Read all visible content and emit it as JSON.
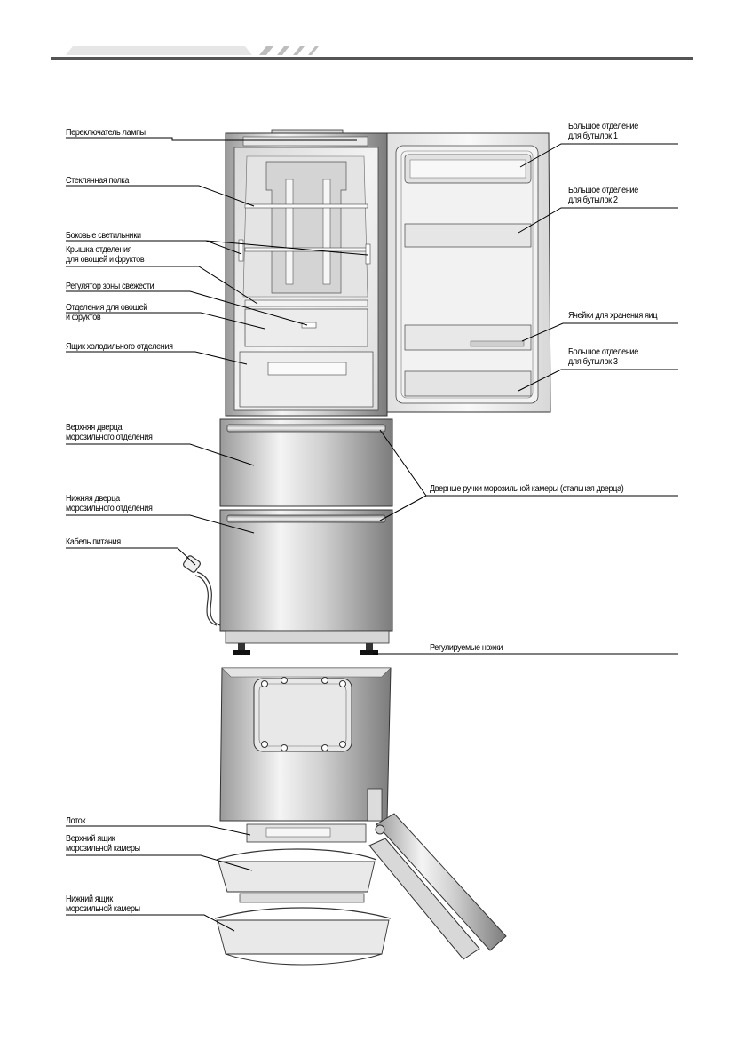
{
  "labels": {
    "lamp_switch": "Переключатель лампы",
    "glass_shelf": "Стеклянная полка",
    "side_lights": "Боковые светильники",
    "crisper_cover": "Крышка отделения\nдля овощей и фруктов",
    "freshness_regulator": "Регулятор зоны свежести",
    "crisper": "Отделения для овощей\nи фруктов",
    "chiller_drawer": "Ящик холодильного отделения",
    "upper_freezer_door": "Верхняя дверца\nморозильного отделения",
    "lower_freezer_door": "Нижняя дверца\nморозильного отделения",
    "power_cable": "Кабель питания",
    "door_bin_1": "Большое отделение\nдля бутылок 1",
    "door_bin_2": "Большое отделение\nдля бутылок 2",
    "egg_tray": "Ячейки для хранения яиц",
    "door_bin_3": "Большое отделение\nдля бутылок 3",
    "freezer_handles": "Дверные ручки морозильной камеры (стальная дверца)",
    "adjustable_feet": "Регулируемые ножки",
    "tray": "Лоток",
    "upper_freezer_drawer": "Верхний ящик\nморозильной камеры",
    "lower_freezer_drawer": "Нижний ящик\nморозильной камеры"
  },
  "colors": {
    "line": "#000000",
    "steel_dark": "#8a8a8a",
    "steel_light": "#f2f2f2",
    "interior": "#e6e6e6",
    "header_rule": "#555555"
  }
}
